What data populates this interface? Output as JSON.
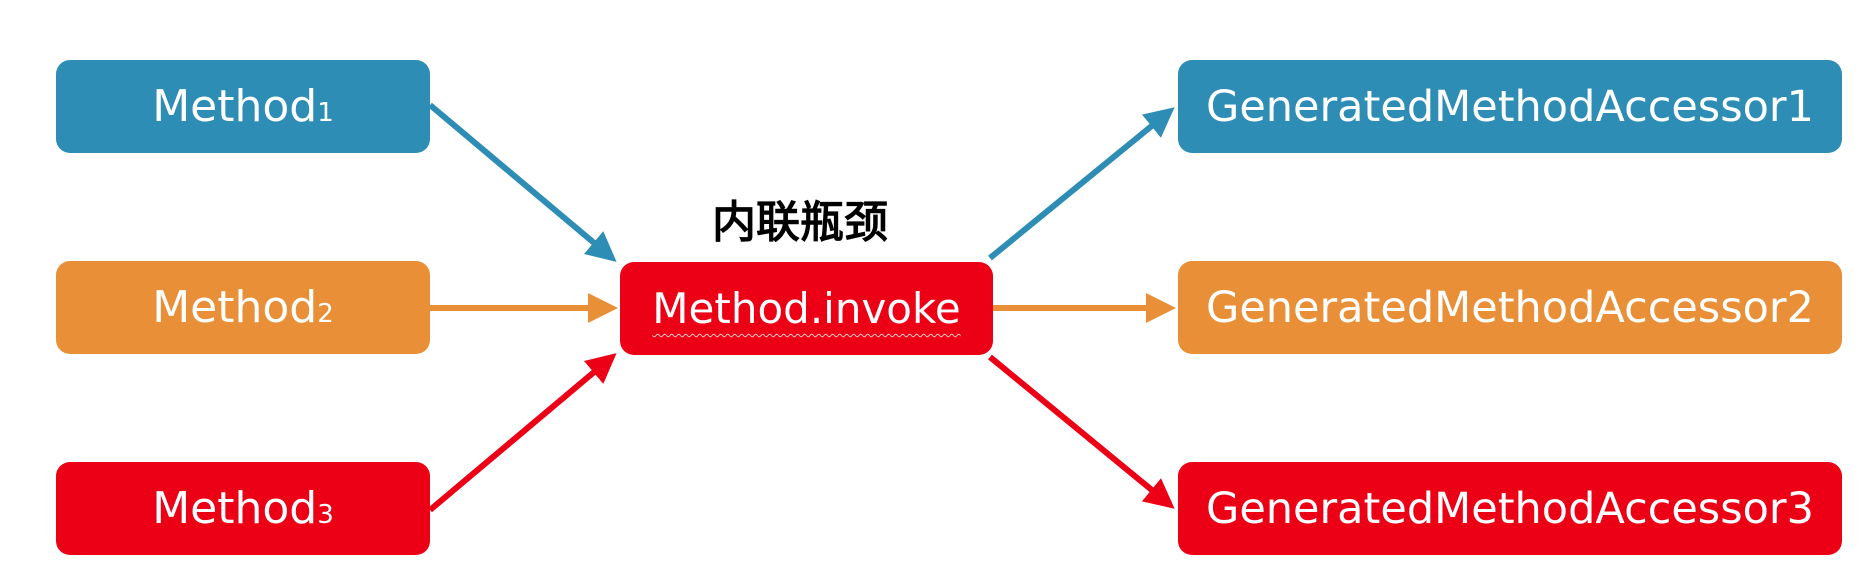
{
  "colors": {
    "blue": "#2E8DB4",
    "orange": "#E88F37",
    "red": "#EC0016"
  },
  "bottleneck_label": "内联瓶颈",
  "inputs": [
    {
      "name": "Method",
      "subscript": "1",
      "color": "blue"
    },
    {
      "name": "Method",
      "subscript": "2",
      "color": "orange"
    },
    {
      "name": "Method",
      "subscript": "3",
      "color": "red"
    }
  ],
  "center": {
    "label": "Method.invoke",
    "color": "red"
  },
  "outputs": [
    {
      "label": "GeneratedMethodAccessor1",
      "color": "blue"
    },
    {
      "label": "GeneratedMethodAccessor2",
      "color": "orange"
    },
    {
      "label": "GeneratedMethodAccessor3",
      "color": "red"
    }
  ]
}
